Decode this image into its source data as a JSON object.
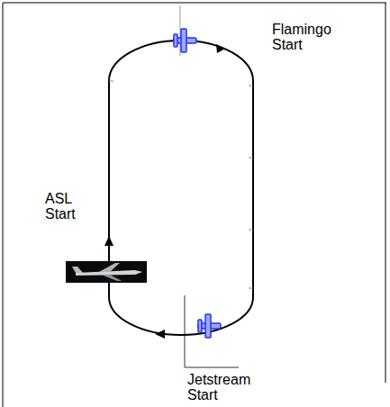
{
  "diagram": {
    "labels": [
      "Flamingo Start",
      "ASL Start",
      "Jetstream Start"
    ]
  }
}
